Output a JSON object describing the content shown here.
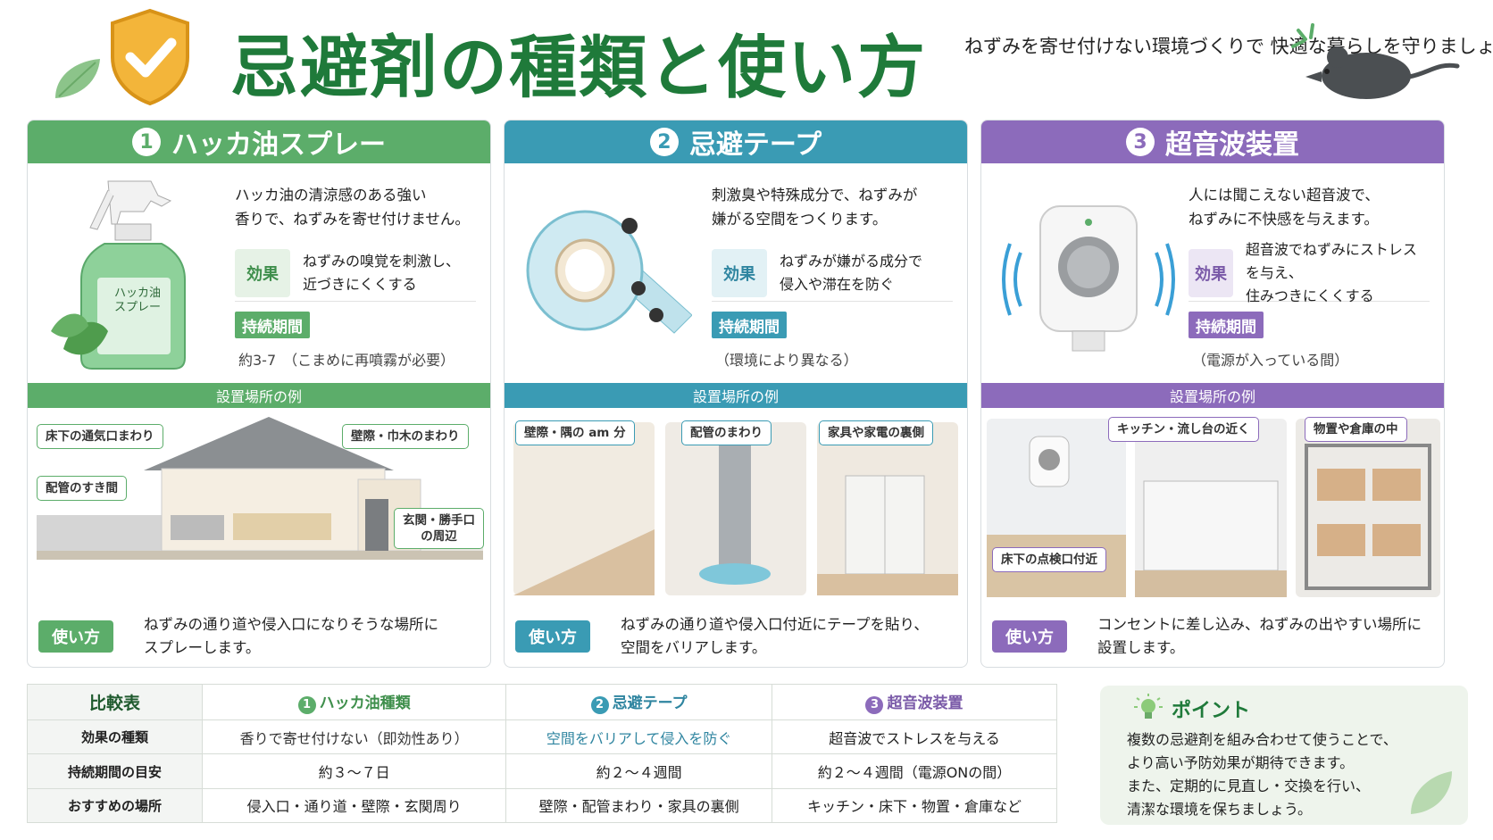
{
  "header": {
    "title": "忌避剤の種類と使い方",
    "subtitle": "ねずみを寄せ付けない環境づくりで\n快適な暮らしを守りましょう！"
  },
  "colors": {
    "green": "#5cad6a",
    "teal": "#3a9bb4",
    "purple": "#8c6bbb",
    "dark_green": "#1f7a3a"
  },
  "cards": [
    {
      "num": "1",
      "title": "ハッカ油スプレー",
      "product_label": "ハッカ油\nスプレー",
      "description": "ハッカ油の清涼感のある強い\n香りで、ねずみを寄せ付けません。",
      "effect_label": "効果",
      "effect_text": "ねずみの嗅覚を刺激し、\n近づきにくくする",
      "duration_label": "持続期間",
      "duration_text": "約3-7　（こまめに再噴霧が必要）",
      "places_title": "設置場所の例",
      "place_labels": [
        "床下の通気口まわり",
        "壁際・巾木のまわり",
        "配管のすき間",
        "玄関・勝手口\nの周辺"
      ],
      "usage_label": "使い方",
      "usage_text": "ねずみの通り道や侵入口になりそうな場所に\nスプレーします。"
    },
    {
      "num": "2",
      "title": "忌避テープ",
      "description": "刺激臭や特殊成分で、ねずみが\n嫌がる空間をつくります。",
      "effect_label": "効果",
      "effect_text": "ねずみが嫌がる成分で\n侵入や滞在を防ぐ",
      "duration_label": "持続期間",
      "duration_text": "（環境により異なる）",
      "places_title": "設置場所の例",
      "place_labels": [
        "壁際・隅の am 分",
        "配管のまわり",
        "家具や家電の裏側"
      ],
      "usage_label": "使い方",
      "usage_text": "ねずみの通り道や侵入口付近にテープを貼り、\n空間をバリアします。"
    },
    {
      "num": "3",
      "title": "超音波装置",
      "description": "人には聞こえない超音波で、\nねずみに不快感を与えます。",
      "effect_label": "効果",
      "effect_text": "超音波でねずみにストレスを与え、\n住みつきにくくする",
      "duration_label": "持続期間",
      "duration_text": "（電源が入っている間）",
      "places_title": "設置場所の例",
      "place_labels": [
        "床下の点検口付近",
        "キッチン・流し台の近く",
        "物置や倉庫の中"
      ],
      "usage_label": "使い方",
      "usage_text": "コンセントに差し込み、ねずみの出やすい場所に\n設置します。"
    }
  ],
  "table": {
    "title": "比較表",
    "headers": [
      "ハッカ油種類",
      "忌避テープ",
      "超音波装置"
    ],
    "header_nums": [
      "1",
      "2",
      "3"
    ],
    "rows": [
      {
        "label": "効果の種類",
        "cells": [
          "香りで寄せ付けない（即効性あり）",
          "空間をバリアして侵入を防ぐ",
          "超音波でストレスを与える"
        ]
      },
      {
        "label": "持続期間の目安",
        "cells": [
          "約３〜７日",
          "約２〜４週間",
          "約２〜４週間（電源ONの間）"
        ]
      },
      {
        "label": "おすすめの場所",
        "cells": [
          "侵入口・通り道・壁際・玄関周り",
          "壁際・配管まわり・家具の裏側",
          "キッチン・床下・物置・倉庫など"
        ]
      }
    ]
  },
  "point": {
    "title": "ポイント",
    "text": "複数の忌避剤を組み合わせて使うことで、\nより高い予防効果が期待できます。\nまた、定期的に見直し・交換を行い、\n清潔な環境を保ちましょう。"
  }
}
